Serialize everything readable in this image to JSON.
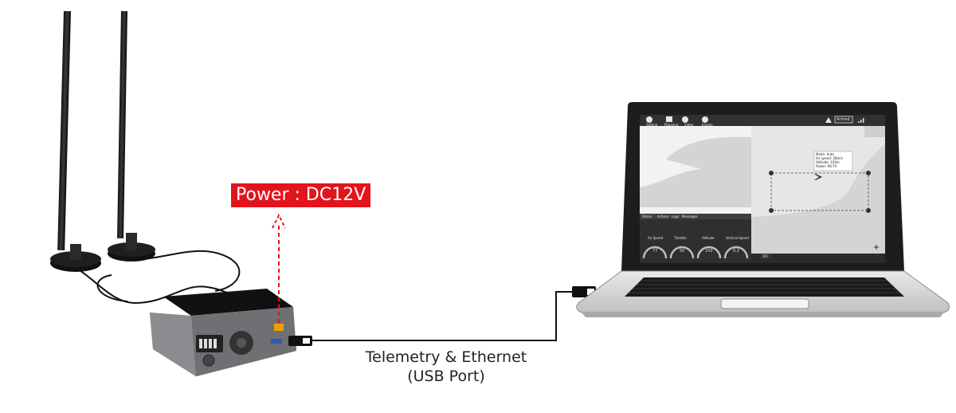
{
  "power_label": "Power : DC12V",
  "connection_label_line1": "Telemetry & Ethernet",
  "connection_label_line2": "(USB Port)",
  "colors": {
    "power_accent": "#e3141b",
    "device_body": "#7d7f82",
    "laptop_body": "#d7d8da",
    "screen_dark": "#2a2b2d",
    "map_light": "#e6e6e6"
  },
  "laptop_screen": {
    "toolbar_items": [
      "Setting",
      "Planning",
      "Video",
      "Engine"
    ],
    "armed_status": "Armed",
    "waypoint_info": [
      "Mode: Auto",
      "Air speed: 28m/s",
      "Altitude: 150m",
      "Power: 98.7V"
    ],
    "telemetry_tabs": [
      "Status",
      "Actions",
      "Logs",
      "Messages"
    ],
    "gauges": [
      {
        "label": "Air Speed",
        "value": "77"
      },
      {
        "label": "Throttle",
        "value": "50"
      },
      {
        "label": "Altitude",
        "value": "150"
      },
      {
        "label": "Vertical Speed",
        "value": "0.2"
      }
    ],
    "off_button": "OFF"
  },
  "icons": [
    "antenna-icon",
    "usb-plug-icon",
    "fan-icon",
    "battery-indicator-icon",
    "power-button-icon",
    "aircraft-icon",
    "waypoint-marker-icon",
    "warning-icon",
    "signal-icon",
    "zoom-in-icon",
    "zoom-out-icon"
  ]
}
